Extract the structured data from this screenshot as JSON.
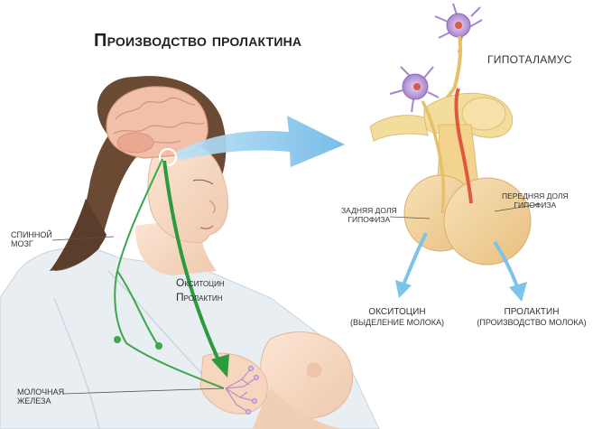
{
  "title": "Производство пролактина",
  "labels": {
    "hypothalamus": "ГИПОТАЛАМУС",
    "spinal_cord": [
      "СПИННОЙ",
      "МОЗГ"
    ],
    "posterior_pituitary": [
      "ЗАДНЯЯ ДОЛЯ",
      "ГИПОФИЗА"
    ],
    "anterior_pituitary": [
      "ПЕРЕДНЯЯ ДОЛЯ",
      "ГИПОФИЗА"
    ],
    "oxytocin": {
      "name": "ОКСИТОЦИН",
      "detail": "(ВЫДЕЛЕНИЕ МОЛОКА)"
    },
    "prolactin": {
      "name": "ПРОЛАКТИН",
      "detail": "(ПРОИЗВОДСТВО МОЛОКА)"
    },
    "mammary_gland": [
      "МОЛОЧНАЯ",
      "ЖЕЛЕЗА"
    ],
    "hormones_on_path": [
      "Окситоцин",
      "Пролактин"
    ]
  },
  "colors": {
    "skin": "#f7dcc6",
    "hair": "#6b4a33",
    "brain": "#f2c0a8",
    "pituitary": "#f3d39c",
    "neuron": "#b99ad6",
    "nerve_path": "#3aa84a",
    "arrow_blue": "#7ec3ea",
    "stalk_red": "#e0593f"
  }
}
